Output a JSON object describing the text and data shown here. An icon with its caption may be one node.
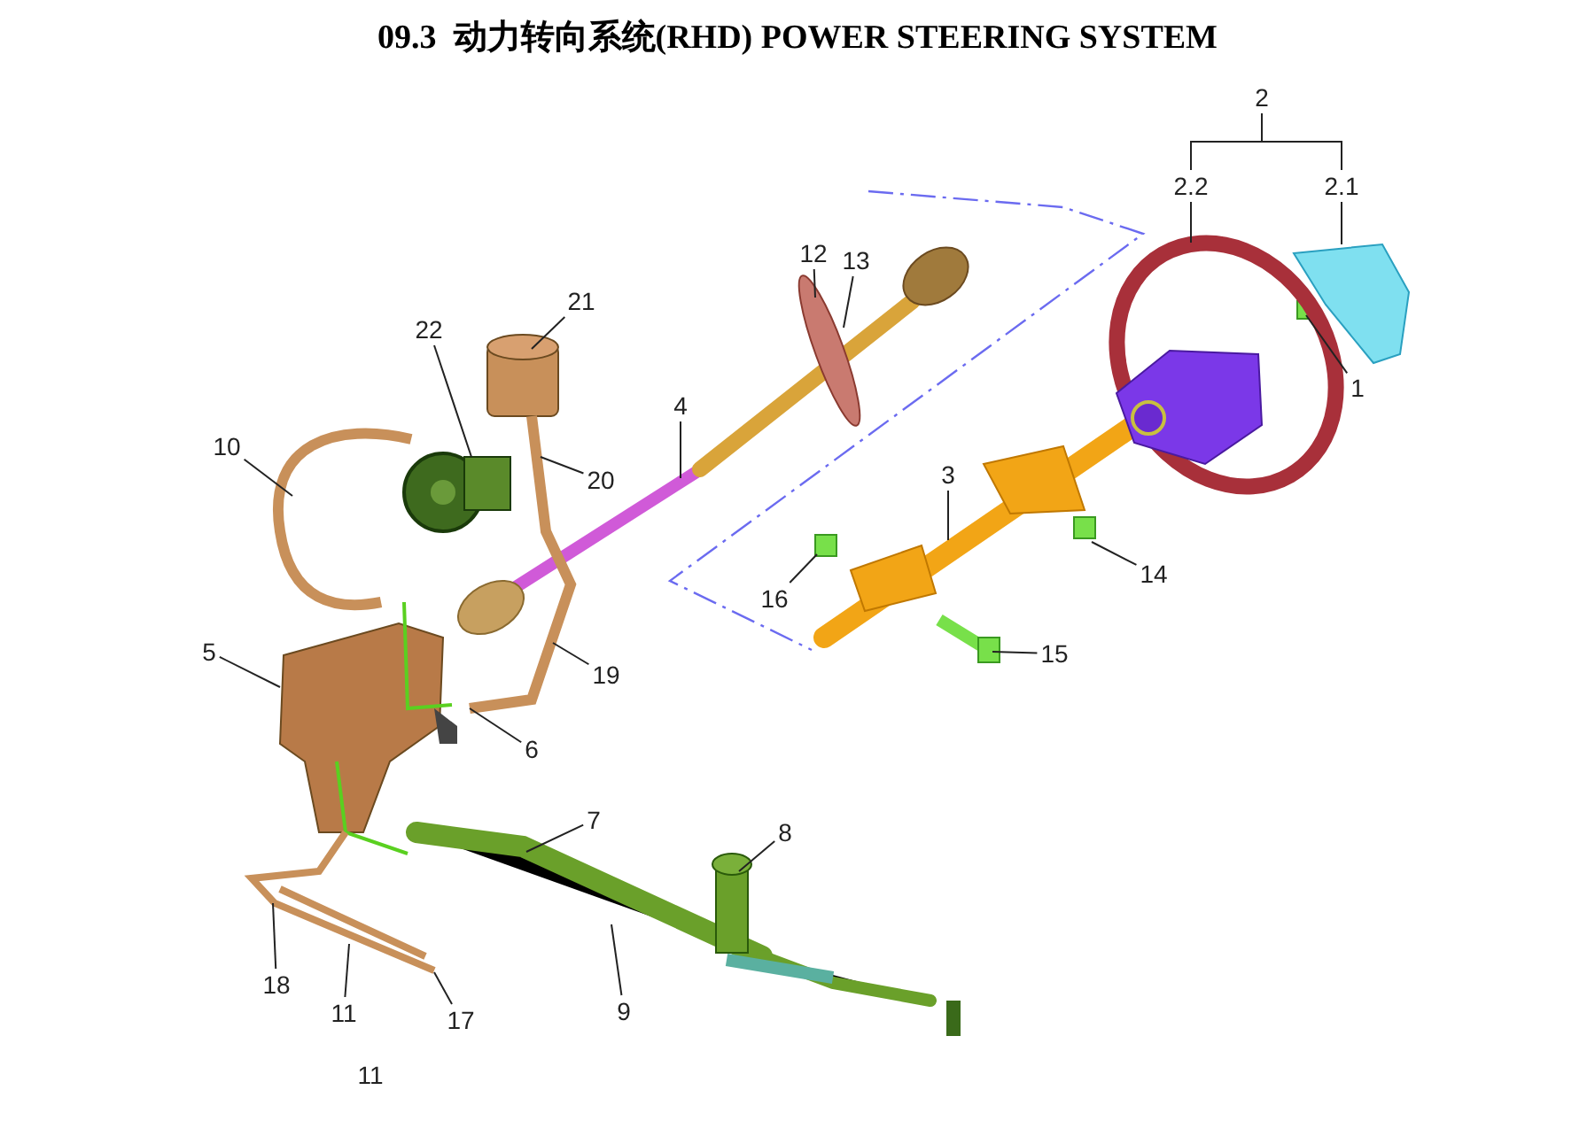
{
  "diagram": {
    "title": "09.3  动力转向系统(RHD) POWER STEERING SYSTEM",
    "nodes": [
      {
        "text": [
          "2"
        ]
      },
      {
        "text": [
          "2.2"
        ]
      },
      {
        "text": [
          "2.1"
        ]
      },
      {
        "text": [
          "21"
        ]
      },
      {
        "text": [
          "22"
        ]
      },
      {
        "text": [
          "12"
        ]
      },
      {
        "text": [
          "13"
        ]
      },
      {
        "text": [
          "1"
        ]
      },
      {
        "text": [
          "4"
        ]
      },
      {
        "text": [
          "10"
        ]
      },
      {
        "text": [
          "20"
        ]
      },
      {
        "text": [
          "3"
        ]
      },
      {
        "text": [
          "14"
        ]
      },
      {
        "text": [
          "16"
        ]
      },
      {
        "text": [
          "5"
        ]
      },
      {
        "text": [
          "15"
        ]
      },
      {
        "text": [
          "19"
        ]
      },
      {
        "text": [
          "6"
        ]
      },
      {
        "text": [
          "7"
        ]
      },
      {
        "text": [
          "8"
        ]
      },
      {
        "text": [
          "18"
        ]
      },
      {
        "text": [
          "11"
        ]
      },
      {
        "text": [
          "17"
        ]
      },
      {
        "text": [
          "9"
        ]
      }
    ],
    "edges": [
      {
        "from": 0,
        "to": 1,
        "arrow": "none"
      },
      {
        "from": 0,
        "to": 2,
        "arrow": "none"
      },
      {
        "from": 1,
        "to": null,
        "arrow": "none"
      },
      {
        "from": 2,
        "to": null,
        "arrow": "none"
      },
      {
        "from": 3,
        "to": null,
        "arrow": "none"
      },
      {
        "from": 4,
        "to": null,
        "arrow": "none"
      },
      {
        "from": 5,
        "to": null,
        "arrow": "none"
      },
      {
        "from": 6,
        "to": null,
        "arrow": "none"
      },
      {
        "from": 7,
        "to": null,
        "arrow": "none"
      },
      {
        "from": 8,
        "to": null,
        "arrow": "none"
      },
      {
        "from": 9,
        "to": null,
        "arrow": "none"
      },
      {
        "from": 10,
        "to": null,
        "arrow": "none"
      },
      {
        "from": 11,
        "to": null,
        "arrow": "none"
      },
      {
        "from": 12,
        "to": null,
        "arrow": "none"
      },
      {
        "from": 13,
        "to": null,
        "arrow": "none"
      },
      {
        "from": 14,
        "to": null,
        "arrow": "none"
      },
      {
        "from": 15,
        "to": null,
        "arrow": "none"
      },
      {
        "from": 16,
        "to": null,
        "arrow": "none"
      },
      {
        "from": 17,
        "to": null,
        "arrow": "none"
      },
      {
        "from": 18,
        "to": null,
        "arrow": "none"
      },
      {
        "from": 19,
        "to": null,
        "arrow": "none"
      },
      {
        "from": 20,
        "to": null,
        "arrow": "none"
      },
      {
        "from": 21,
        "to": null,
        "arrow": "none"
      },
      {
        "from": 22,
        "to": null,
        "arrow": "none"
      },
      {
        "from": 23,
        "to": null,
        "arrow": "none"
      }
    ],
    "labels": [
      "11"
    ]
  }
}
